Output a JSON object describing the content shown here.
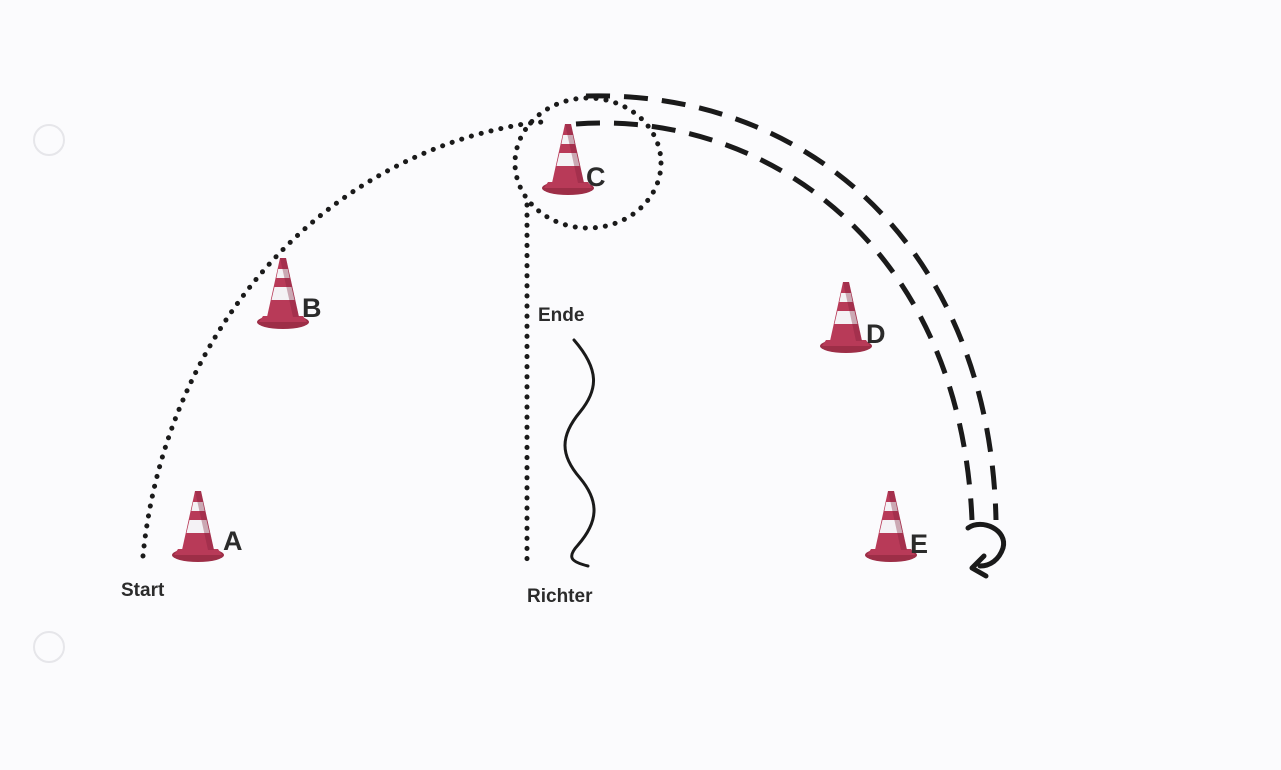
{
  "diagram": {
    "cones": [
      {
        "id": "cone-a",
        "label": "A"
      },
      {
        "id": "cone-b",
        "label": "B"
      },
      {
        "id": "cone-c",
        "label": "C"
      },
      {
        "id": "cone-d",
        "label": "D"
      },
      {
        "id": "cone-e",
        "label": "E"
      }
    ],
    "labels": {
      "start": "Start",
      "ende": "Ende",
      "richter": "Richter"
    },
    "colors": {
      "cone_body": "#b83a58",
      "cone_stripe": "#f4f2f5",
      "path": "#1a1a1a",
      "background": "#fbfbfd"
    },
    "icons": [
      "traffic-cone-icon",
      "u-turn-arrow-icon"
    ]
  }
}
